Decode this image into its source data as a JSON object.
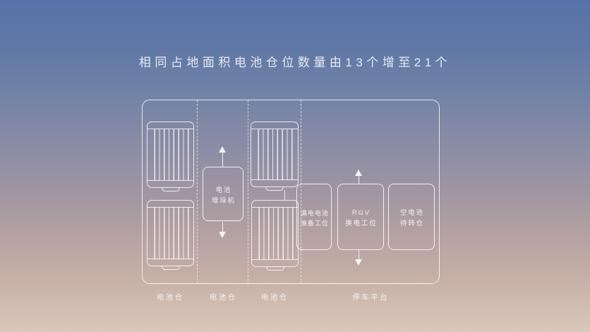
{
  "title": "相同占地面积电池仓位数量由13个增至21个",
  "colors": {
    "background_top": "#5773a9",
    "background_bottom": "#d9c8ba",
    "line_stroke": "#ffffff",
    "title_text": "#e6ebf3"
  },
  "diagram": {
    "stacker_box": {
      "line1": "电池",
      "line2": "堆垛机"
    },
    "stations": [
      {
        "line1": "满电电池",
        "line2": "准备工位"
      },
      {
        "line1": "RGV",
        "line2": "换电工位"
      },
      {
        "line1": "空电池",
        "line2": "待转仓"
      }
    ],
    "section_labels": [
      {
        "label": "电池仓"
      },
      {
        "label": "电池仓"
      },
      {
        "label": "电池仓"
      },
      {
        "label": "停车平台"
      }
    ],
    "battery_count_per_column": 2,
    "battery_columns": 2
  }
}
